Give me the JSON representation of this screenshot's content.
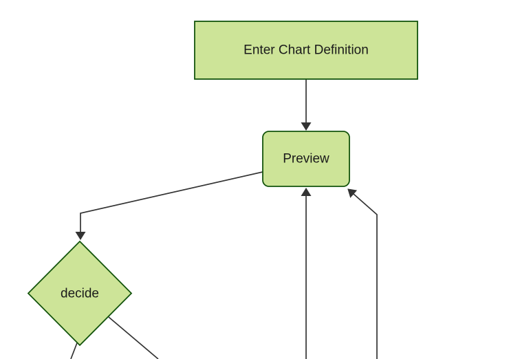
{
  "diagram": {
    "type": "flowchart",
    "direction": "top-down",
    "nodes": [
      {
        "id": "enter",
        "label": "Enter Chart Definition",
        "shape": "rectangle"
      },
      {
        "id": "preview",
        "label": "Preview",
        "shape": "rounded-rectangle"
      },
      {
        "id": "decide",
        "label": "decide",
        "shape": "diamond"
      }
    ],
    "edges": [
      {
        "from": "Enter Chart Definition",
        "to": "Preview",
        "type": "arrow"
      },
      {
        "from": "Preview",
        "to": "decide",
        "type": "arrow"
      },
      {
        "from": "offscreen-bottom-center",
        "to": "Preview",
        "type": "arrow"
      },
      {
        "from": "offscreen-bottom-right",
        "to": "Preview",
        "type": "arrow"
      },
      {
        "from": "decide",
        "to": "offscreen-bottom-left",
        "type": "line"
      },
      {
        "from": "decide",
        "to": "offscreen-bottom-right",
        "type": "line"
      }
    ]
  },
  "theme": {
    "background": "#ffffff",
    "node_fill": "#cde498",
    "node_stroke": "#13540c",
    "edge_color": "#333333",
    "text_color": "#1a1a1a"
  }
}
